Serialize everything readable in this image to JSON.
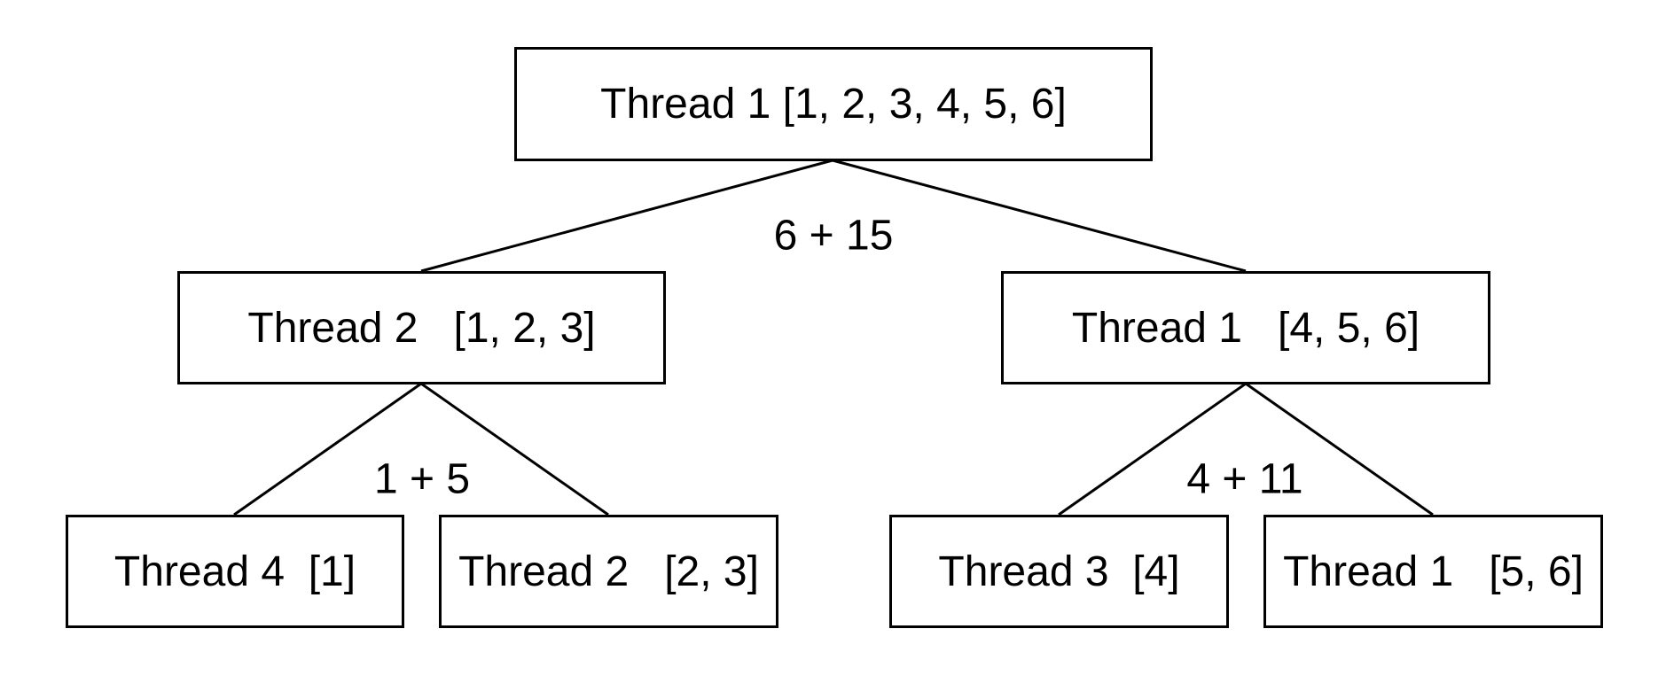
{
  "diagram": {
    "nodes": {
      "root": "Thread 1 [1, 2, 3, 4, 5, 6]",
      "left": "Thread 2   [1, 2, 3]",
      "right": "Thread 1   [4, 5, 6]",
      "left_left": "Thread 4  [1]",
      "left_right": "Thread 2   [2, 3]",
      "right_left": "Thread 3  [4]",
      "right_right": "Thread 1   [5, 6]"
    },
    "merge_labels": {
      "root": "6 + 15",
      "left": "1 + 5",
      "right": "4 + 11"
    },
    "colors": {
      "stroke": "#000000",
      "background": "#ffffff"
    }
  }
}
